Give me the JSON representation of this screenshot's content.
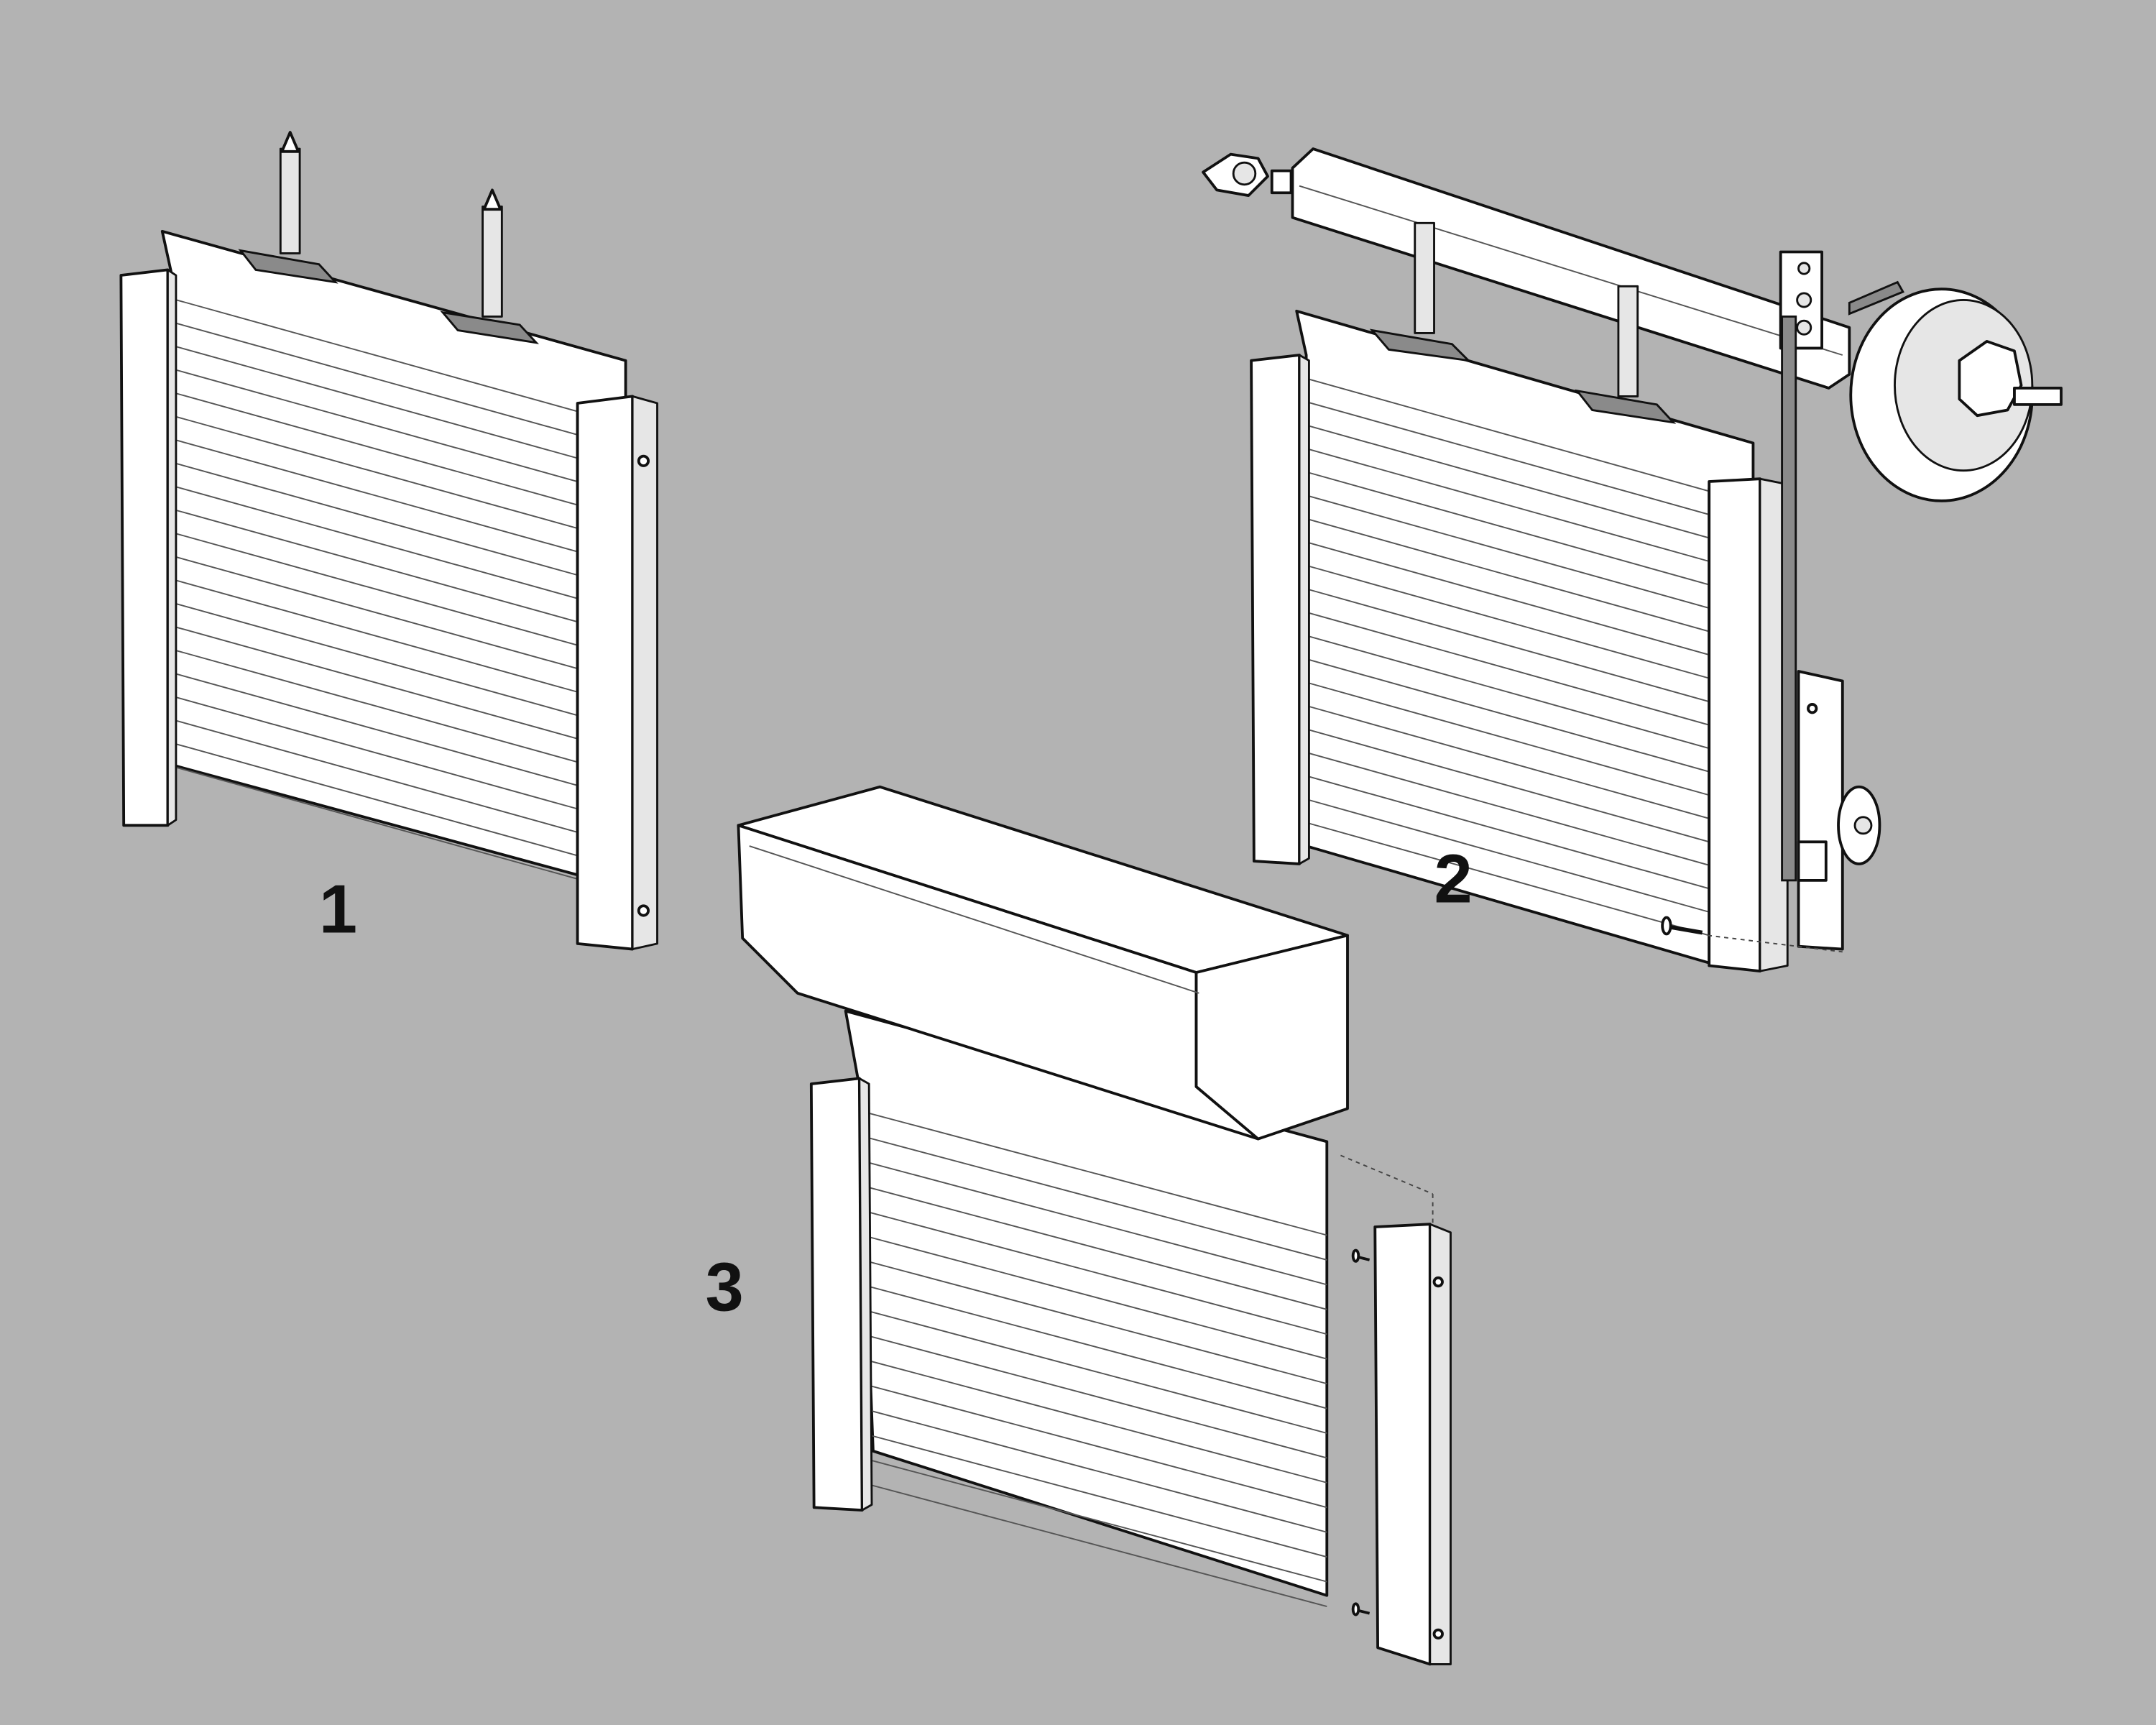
{
  "steps": [
    {
      "label": "1"
    },
    {
      "label": "2"
    },
    {
      "label": "3"
    }
  ],
  "colors": {
    "background": "#b3b3b3",
    "part_fill": "#ffffff",
    "outline": "#111111",
    "metal": "#8a8a8a"
  }
}
